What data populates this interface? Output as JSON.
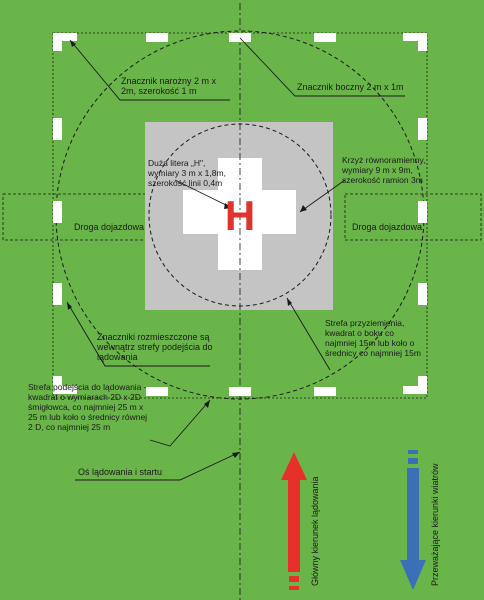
{
  "diagram": {
    "colors": {
      "grass": "#6ab54a",
      "square": "#c4c4c4",
      "cross": "#ffffff",
      "letter": "#e0332a",
      "main_arrow": "#e8302b",
      "wind_arrow": "#3b6fb6",
      "lines": "#1a1a1a"
    },
    "letter": "H",
    "labels": {
      "corner_marker": "Znacznik narożny 2 m x 2m, szerokość 1 m",
      "side_marker": "Znacznik boczny 2 m x 1m",
      "big_letter": "Duża litera „H\", wymiary 3 m x 1,8m, szerokość linii 0,4m",
      "cross": "Krzyż równoramienny, wymiary 9 m x 9m, szerokość ramion 3m",
      "road_left": "Droga dojazdowa",
      "road_right": "Droga dojazdowa",
      "markers_spread": "Znaczniki rozmieszczone są wewnątrz strefy podejścia do lądowania",
      "touchdown_zone": "Strefa przyziemienia, kwadrat o boku co najmniej 15m lub koło o średnicy co najmniej 15m",
      "approach_zone": "Strefa podejścia do lądowania - kwadrat o wymiarach 2D x 2D śmigłowca, co najmniej 25 m x 25 m lub koło o średnicy równej 2 D, co najmniej 25 m",
      "axis": "Oś lądowania i startu",
      "main_direction": "Główny kierunek lądowania",
      "prevailing_wind": "Przeważające kierunki wiatrów"
    }
  }
}
